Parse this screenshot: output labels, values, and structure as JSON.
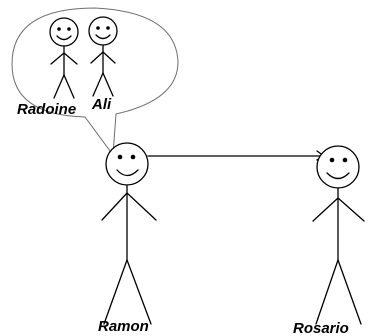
{
  "figures": {
    "radoine": {
      "label": "Radoine"
    },
    "ali": {
      "label": "Ali"
    },
    "ramon": {
      "label": "Ramon"
    },
    "rosario": {
      "label": "Rosario"
    }
  },
  "colors": {
    "line": "#000000",
    "bubble_outline": "#6e6e6e",
    "background": "#ffffff"
  }
}
